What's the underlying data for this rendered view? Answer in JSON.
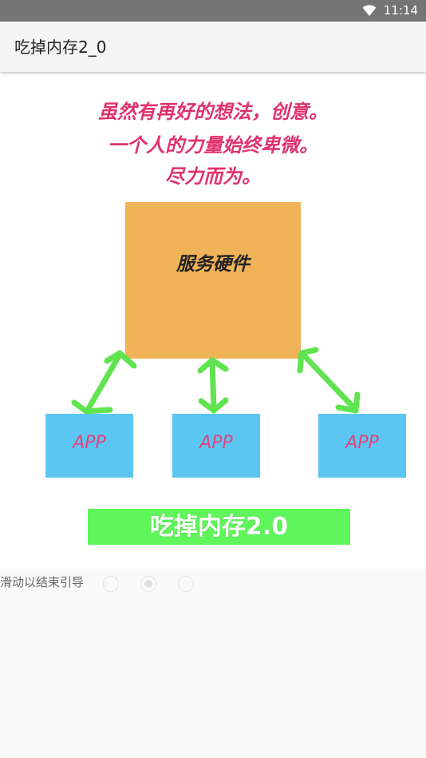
{
  "status_bar": {
    "time": "11:14"
  },
  "app_bar": {
    "title": "吃掉内存2_0"
  },
  "guide": {
    "slogan_lines": [
      "虽然有再好的想法，创意。",
      "一个人的力量始终卑微。",
      "尽力而为。"
    ],
    "server_label": "服务硬件",
    "app_labels": [
      "APP",
      "APP",
      "APP"
    ],
    "brand": "吃掉内存2.0"
  },
  "pager": {
    "hint": "滑动以结束引导",
    "page_count": 3,
    "active_index": 1
  },
  "colors": {
    "slogan": "#e0336d",
    "server_box": "#f0b358",
    "app_box": "#5bc6f1",
    "arrow": "#5fe34f",
    "brand_banner": "#5ef65a"
  }
}
